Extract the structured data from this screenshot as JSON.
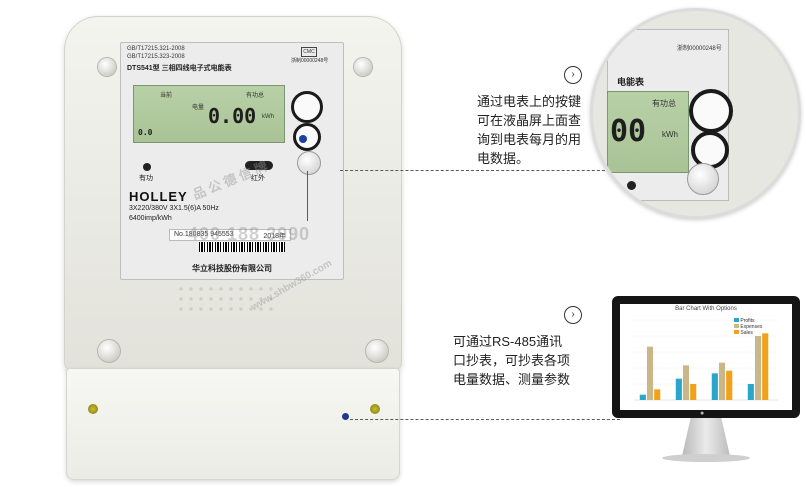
{
  "meter": {
    "standard_1": "GB/T17215.321-2008",
    "standard_2": "GB/T17215.323-2008",
    "model_line": "DTS541型  三相四线电子式电能表",
    "lcd_label_left": "当前",
    "lcd_label_right": "有功总",
    "lcd_label_energy": "电量",
    "lcd_value": "0.00",
    "lcd_unit": "kWh",
    "lcd_small_value": "0.0",
    "indicator_active": "有功",
    "indicator_ir": "红外",
    "brand": "HOLLEY",
    "spec_line": "3X220/380V   3X1.5(6)A 50Hz",
    "const_line": "6400imp/kWh",
    "serial_label": "No.180835 945553",
    "year_label": "2018年",
    "company": "华立科技股份有限公司",
    "cert_code": "浙制00000248号"
  },
  "zoom": {
    "lcd_label": "电能表",
    "lcd_label_right": "有功总",
    "lcd_value": "00",
    "lcd_unit": "kWh",
    "cert_code": "浙制00000248号"
  },
  "feature1": {
    "lines": [
      "通过电表上的按键",
      "可在液晶屏上面查",
      "询到电表每月的用",
      "电数据。"
    ],
    "icon": "chevron-right-icon"
  },
  "feature2": {
    "lines": [
      "可通过RS-485通讯",
      "口抄表，可抄表各项",
      "电量数据、测量参数"
    ],
    "icon": "chevron-right-icon"
  },
  "monitor": {
    "chart_title": "Bar Chart With Options",
    "legend": [
      "Profits",
      "Expenses",
      "Sales"
    ]
  },
  "watermark": {
    "line1": "品 公 德 信 牌",
    "line2": "400 188 3090",
    "line3": "www.shbw360.com"
  },
  "colors": {
    "accent_blue": "#2aa7c8",
    "accent_tan": "#c9b78a",
    "accent_orange": "#f0a21c",
    "lcd_green": "#b0c99d"
  },
  "chart_data": {
    "type": "bar",
    "title": "Bar Chart With Options",
    "categories": [
      "",
      "",
      "",
      ""
    ],
    "series": [
      {
        "name": "Profits",
        "values": [
          2,
          8,
          10,
          6
        ]
      },
      {
        "name": "Expenses",
        "values": [
          20,
          13,
          14,
          24
        ]
      },
      {
        "name": "Sales",
        "values": [
          4,
          6,
          11,
          25
        ]
      }
    ],
    "ylim": [
      0,
      30
    ]
  }
}
